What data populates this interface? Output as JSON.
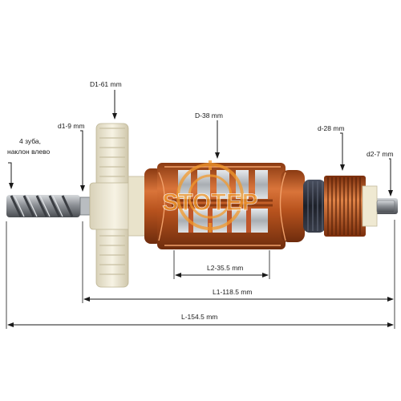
{
  "dimensions": {
    "d1_61": "D1-61 mm",
    "d1_9": "d1-9 mm",
    "teeth_note_line1": "4 зуба,",
    "teeth_note_line2": "наклон влево",
    "d_38": "D-38 mm",
    "d_28": "d-28 mm",
    "d2_7": "d2-7 mm",
    "l2": "L2-35.5 mm",
    "l1": "L1-118.5 mm",
    "l": "L-154.5 mm"
  },
  "watermark": {
    "text": "STOTEP",
    "color": "#f39a2d"
  },
  "colors": {
    "copper": "#b8531e",
    "copper_light": "#e07a3a",
    "fan": "#efe9d2",
    "steel": "#9aa0a6",
    "dark": "#2b2f38",
    "line": "#1a1a1a"
  }
}
